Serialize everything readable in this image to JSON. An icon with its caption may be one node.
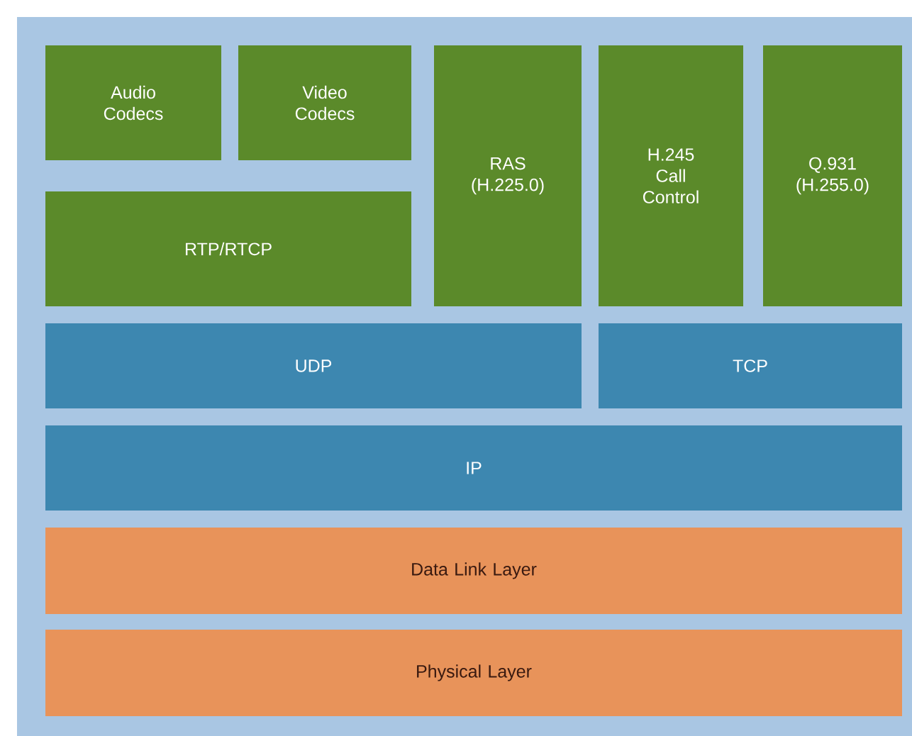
{
  "diagram": {
    "nodes": [
      {
        "text": [],
        "shape": "box"
      },
      {
        "text": [
          "Audio Codecs"
        ],
        "in": 0
      },
      {
        "text": [
          "Video Codecs"
        ],
        "in": 0
      },
      {
        "text": [
          "RAS (H.225.0)"
        ],
        "in": 0
      },
      {
        "text": [
          "H.245 Call Control"
        ],
        "in": 0
      },
      {
        "text": [
          "Q.931 (H.255.0)"
        ],
        "in": 0
      },
      {
        "text": [
          "RTP/RTCP"
        ],
        "in": 0
      },
      {
        "text": [
          "UDP"
        ],
        "in": 0
      },
      {
        "text": [
          "TCP"
        ],
        "in": 0
      },
      {
        "text": [
          "IP"
        ],
        "in": 0
      },
      {
        "text": [
          "Data Link Layer"
        ],
        "in": 0
      },
      {
        "text": [
          "Physical Layer"
        ],
        "in": 0
      }
    ]
  }
}
